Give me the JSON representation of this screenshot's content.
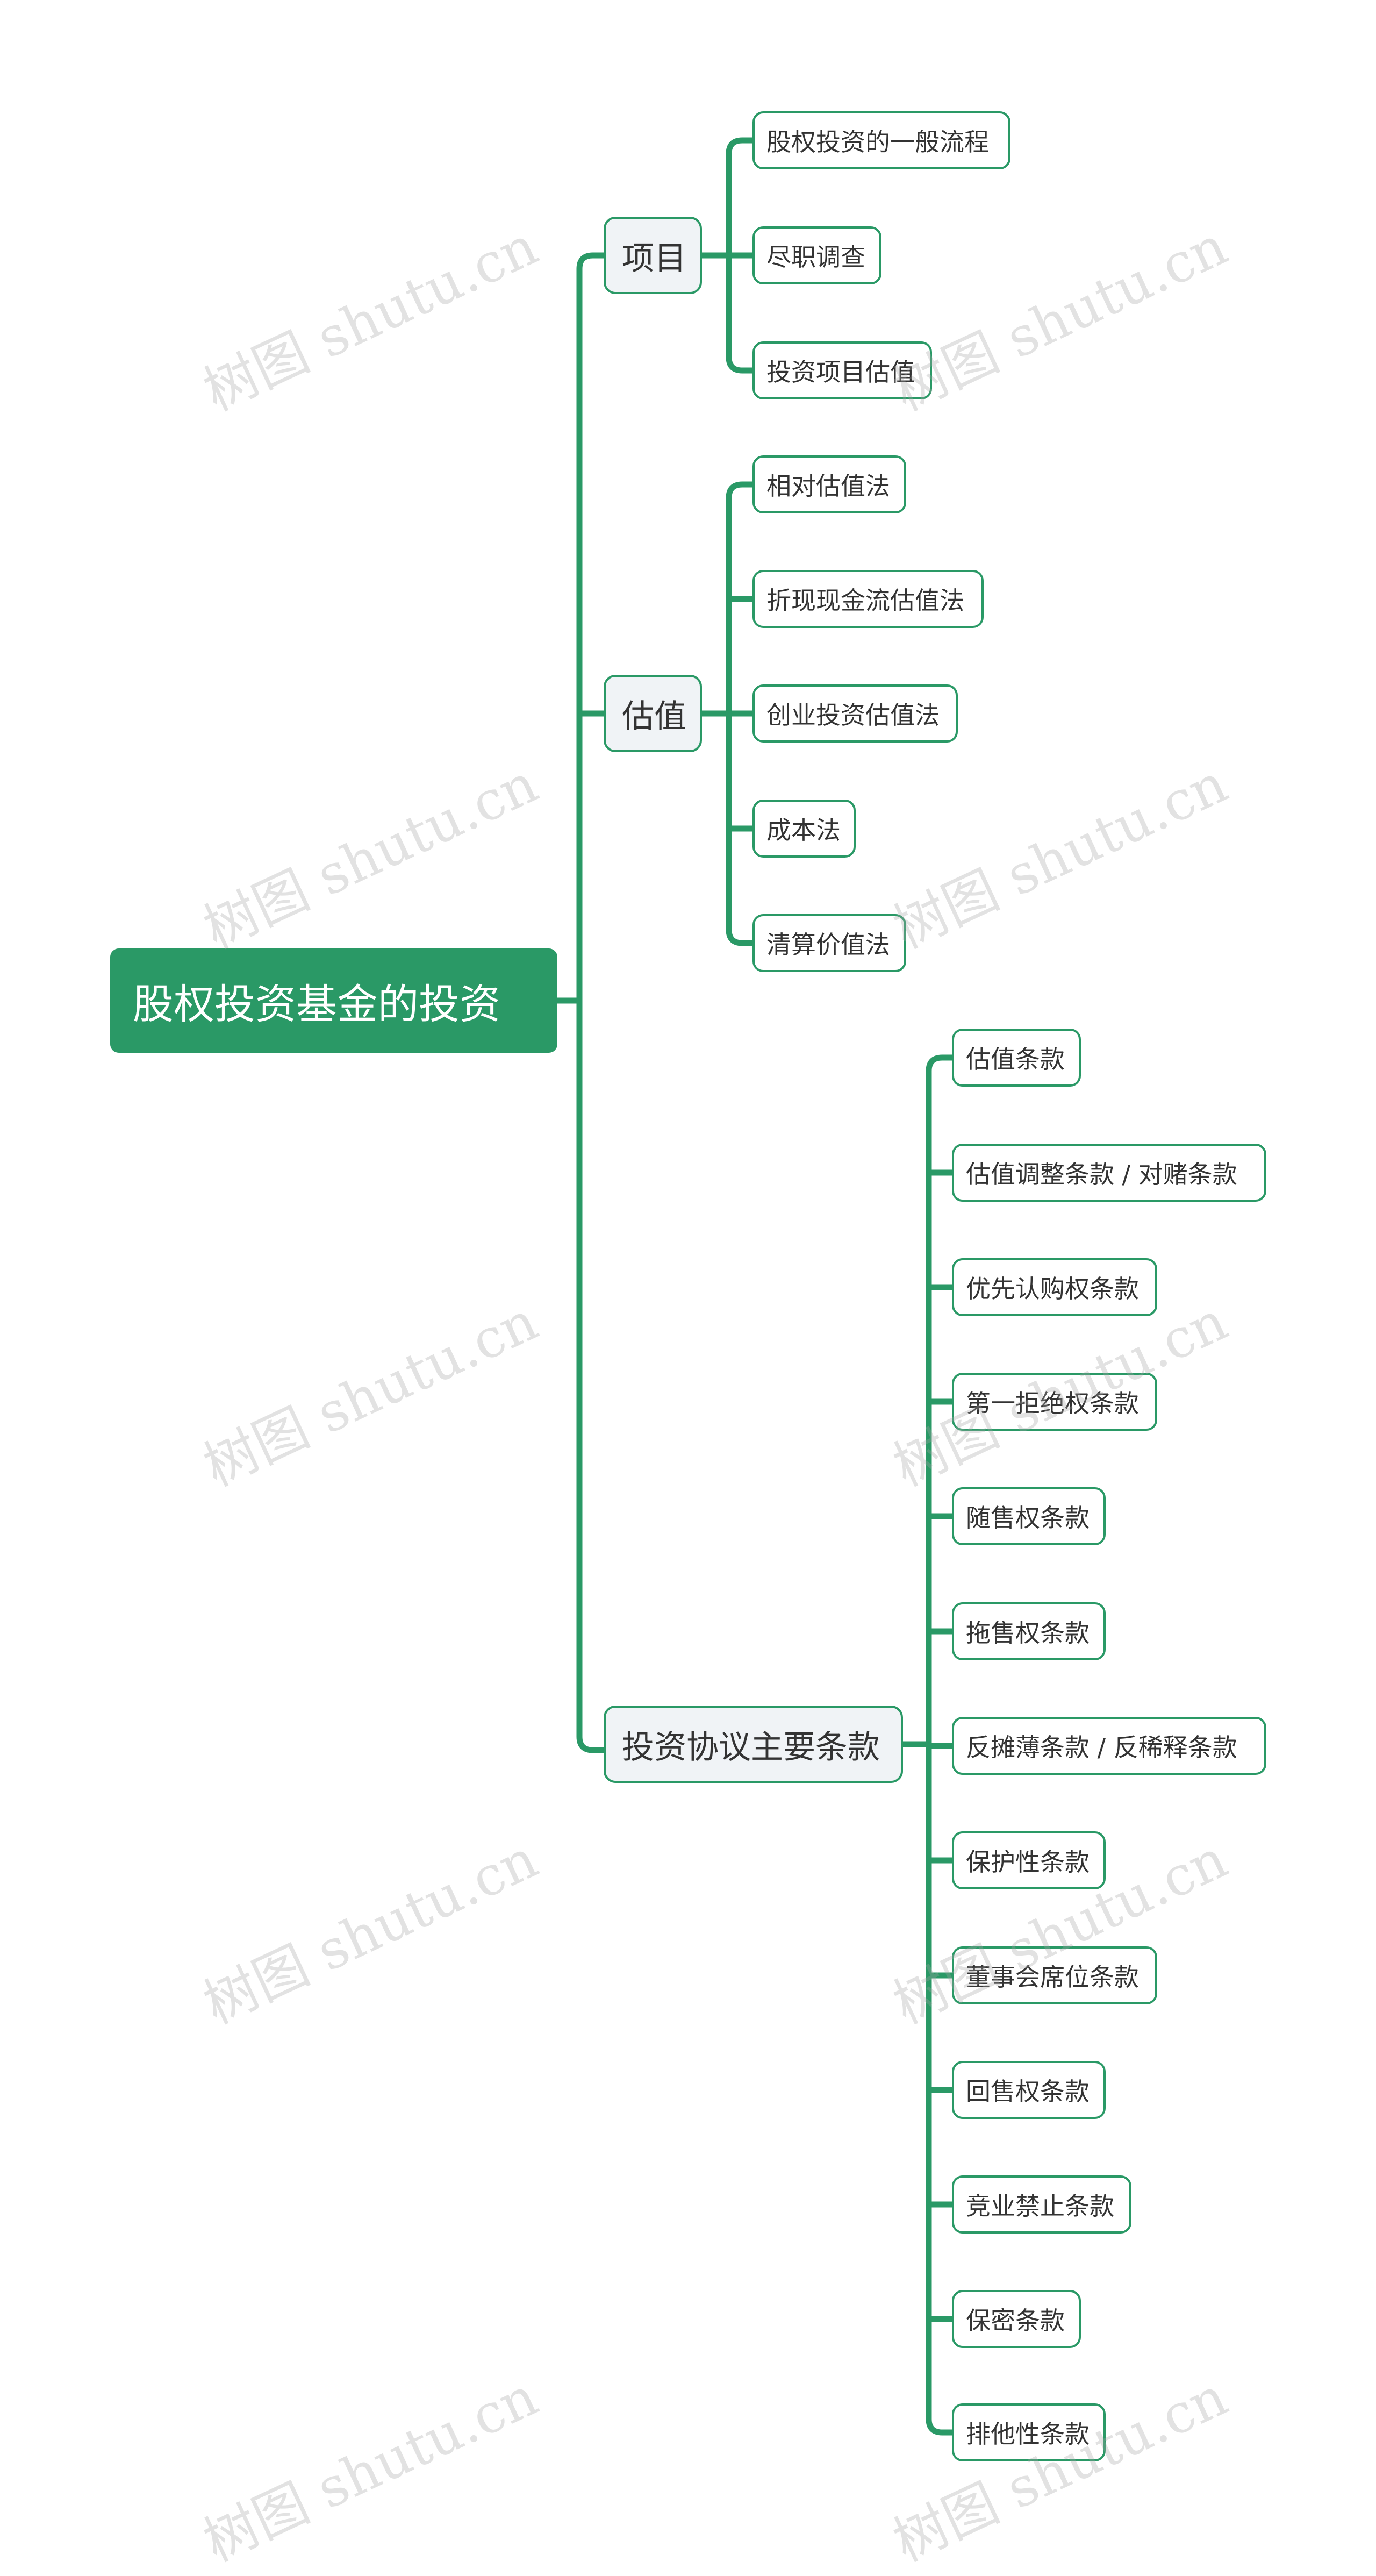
{
  "mindmap": {
    "root": "股权投资基金的投资",
    "branches": [
      {
        "label": "项目",
        "children": [
          "股权投资的一般流程",
          "尽职调查",
          "投资项目估值"
        ]
      },
      {
        "label": "估值",
        "children": [
          "相对估值法",
          "折现现金流估值法",
          "创业投资估值法",
          "成本法",
          "清算价值法"
        ]
      },
      {
        "label": "投资协议主要条款",
        "children": [
          "估值条款",
          "估值调整条款 / 对赌条款",
          "优先认购权条款",
          "第一拒绝权条款",
          "随售权条款",
          "拖售权条款",
          "反摊薄条款 / 反稀释条款",
          "保护性条款",
          "董事会席位条款",
          "回售权条款",
          "竞业禁止条款",
          "保密条款",
          "排他性条款"
        ]
      }
    ]
  },
  "watermark": "树图 shutu.cn",
  "colors": {
    "accent": "#2a9966",
    "branch_fill": "#f0f3f6",
    "text": "#333333"
  }
}
